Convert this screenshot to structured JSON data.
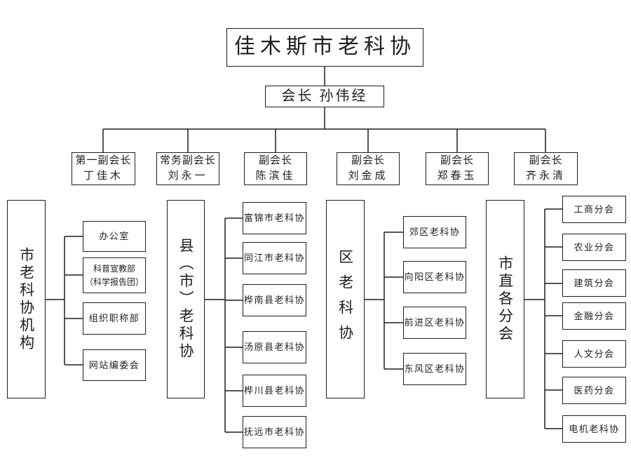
{
  "org": {
    "root_label": "佳木斯市老科协",
    "president_label": "会长 孙伟经",
    "vice_presidents": [
      {
        "title": "第一副会长",
        "name": "丁佳木"
      },
      {
        "title": "常务副会长",
        "name": "刘永一"
      },
      {
        "title": "副会长",
        "name": "陈滨佳"
      },
      {
        "title": "副会长",
        "name": "刘金成"
      },
      {
        "title": "副会长",
        "name": "郑春玉"
      },
      {
        "title": "副会长",
        "name": "齐永清"
      }
    ],
    "groups": [
      {
        "label": "市老科协机构",
        "children": [
          "办公室",
          "科普宣教部\n（科学报告团）",
          "组织职称部",
          "网站编委会"
        ]
      },
      {
        "label": "县（市）老科协",
        "children": [
          "富锦市老科协",
          "同江市老科协",
          "桦南县老科协",
          "汤原县老科协",
          "桦川县老科协",
          "抚远市老科协"
        ]
      },
      {
        "label": "区老科协",
        "children": [
          "郊区老科协",
          "向阳区老科协",
          "前进区老科协",
          "东风区老科协"
        ]
      },
      {
        "label": "市直各分会",
        "children": [
          "工商分会",
          "农业分会",
          "建筑分会",
          "金融分会",
          "人文分会",
          "医药分会",
          "电机老科协"
        ]
      }
    ]
  },
  "colors": {
    "line": "#1f1f1f",
    "background": "#ffffff",
    "text": "#1f1f1f"
  }
}
